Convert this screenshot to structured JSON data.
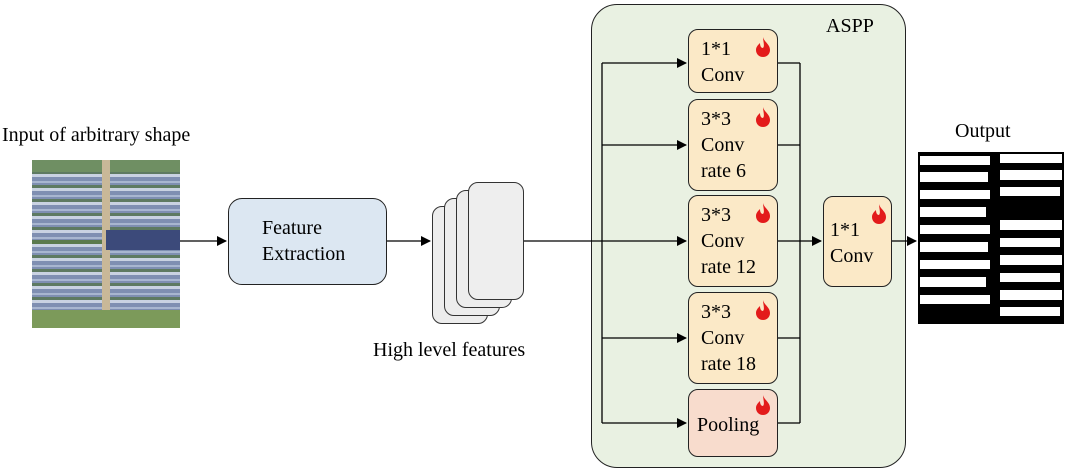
{
  "input": {
    "label": "Input of arbitrary shape"
  },
  "feature_extraction": {
    "line1": "Feature",
    "line2": "Extraction"
  },
  "high_level": {
    "label": "High level features"
  },
  "aspp": {
    "title": "ASPP",
    "branches": [
      {
        "lines": [
          "1*1",
          "Conv"
        ]
      },
      {
        "lines": [
          "3*3",
          "Conv",
          "rate 6"
        ]
      },
      {
        "lines": [
          "3*3",
          "Conv",
          "rate 12"
        ]
      },
      {
        "lines": [
          "3*3",
          "Conv",
          "rate 18"
        ]
      },
      {
        "lines": [
          "Pooling"
        ]
      }
    ],
    "fuse": {
      "lines": [
        "1*1",
        "Conv"
      ]
    }
  },
  "output": {
    "label": "Output"
  },
  "colors": {
    "conv_fill": "#fbe9c7",
    "pooling_fill": "#f8dccd",
    "feature_fill": "#dce7f2",
    "aspp_fill": "#e9f1e2",
    "flame": "#e31b1b"
  },
  "icons": {
    "trainable": "flame-icon"
  }
}
